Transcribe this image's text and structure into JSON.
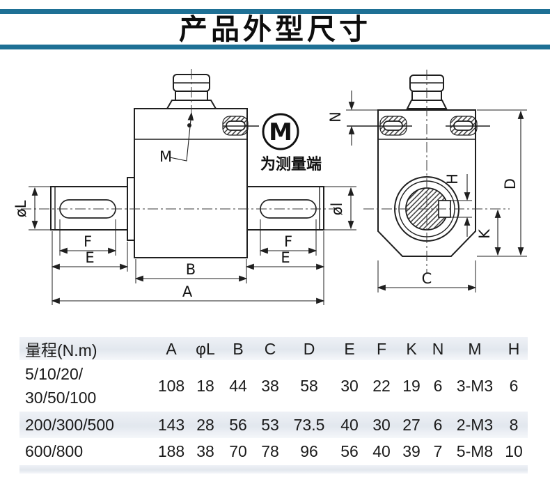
{
  "page": {
    "title": "产品外型尺寸"
  },
  "colors": {
    "accent_teal": "#1e7095",
    "table_stripe": "#e8ecf2",
    "line_ink": "#1f1f1f"
  },
  "drawing": {
    "note": {
      "symbol": "M",
      "text": "为测量端"
    },
    "labels": {
      "A": "A",
      "B": "B",
      "C": "C",
      "D": "D",
      "E": "E",
      "F": "F",
      "K": "K",
      "N": "N",
      "H": "H",
      "M": "M",
      "phi_L": "øL",
      "phi_l": "øl"
    }
  },
  "table": {
    "headers": [
      "量程(N.m)",
      "A",
      "φL",
      "B",
      "C",
      "D",
      "E",
      "F",
      "K",
      "N",
      "M",
      "H"
    ],
    "rows": [
      {
        "range_lines": [
          "5/10/20/",
          "30/50/100"
        ],
        "values": [
          "108",
          "18",
          "44",
          "38",
          "58",
          "30",
          "22",
          "19",
          "6",
          "3-M3",
          "6"
        ]
      },
      {
        "range_lines": [
          "200/300/500"
        ],
        "values": [
          "143",
          "28",
          "56",
          "53",
          "73.5",
          "40",
          "30",
          "27",
          "6",
          "2-M3",
          "8"
        ]
      },
      {
        "range_lines": [
          "600/800"
        ],
        "values": [
          "188",
          "38",
          "70",
          "78",
          "96",
          "56",
          "40",
          "39",
          "7",
          "5-M8",
          "10"
        ]
      }
    ]
  }
}
